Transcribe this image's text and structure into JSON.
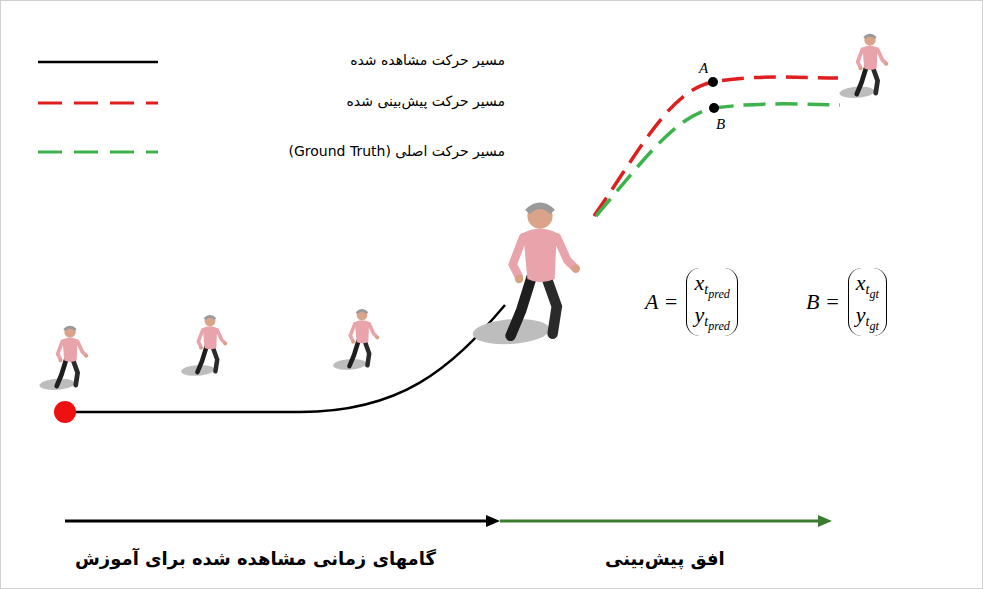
{
  "diagram": {
    "labels": [
      "A",
      "B",
      "A =",
      "x",
      "t",
      "pred",
      "y",
      "t",
      "pred",
      "B =",
      "x",
      "t",
      "gt",
      "y",
      "t",
      "gt",
      "گامهای زمانی مشاهده شده برای آموزش",
      "افق پیش‌بینی"
    ],
    "legend": [
      {
        "text": "مسیر حرکت مشاهده شده"
      },
      {
        "text": "مسیر حرکت پیش‌بینی شده"
      },
      {
        "text": "مسیر حرکت اصلی (Ground Truth)"
      }
    ]
  }
}
